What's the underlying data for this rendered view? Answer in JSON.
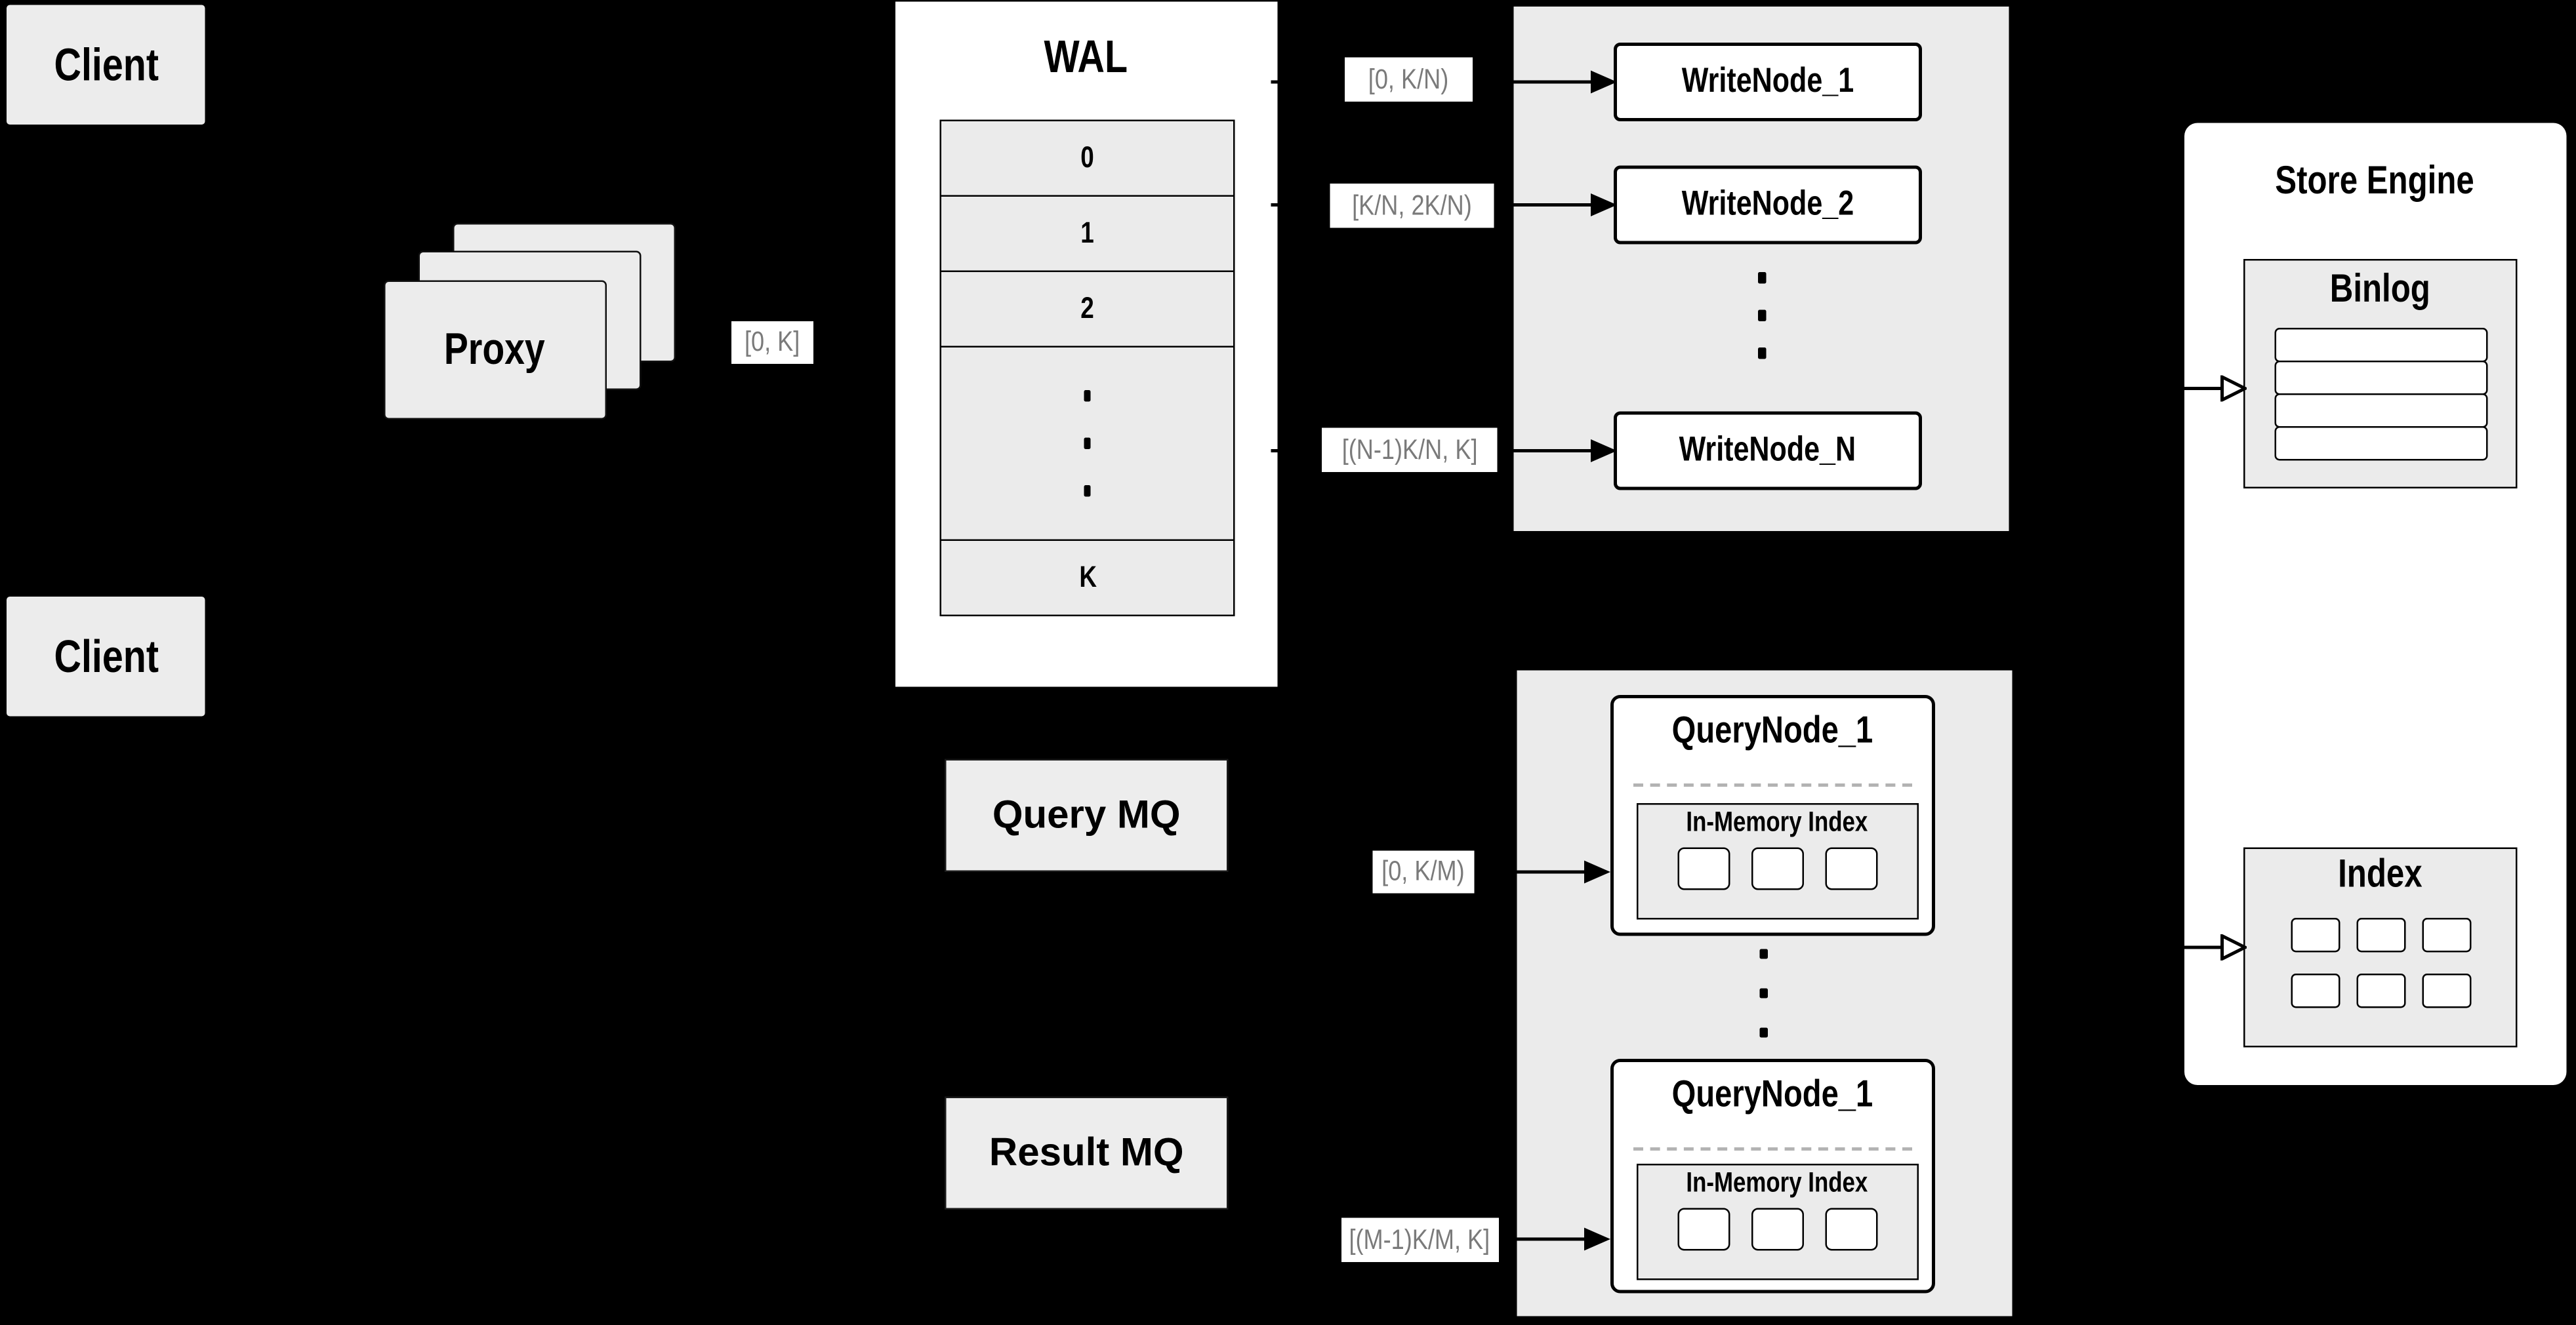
{
  "colors": {
    "background": "#000000",
    "panel_gray": "#ebebeb",
    "box_white": "#ffffff",
    "border_black": "#000000",
    "range_label_text": "#7a7a7a"
  },
  "client_top": {
    "label": "Client"
  },
  "client_bottom": {
    "label": "Client"
  },
  "proxy": {
    "label": "Proxy"
  },
  "range_labels": {
    "proxy_to_wal": "[0, K]",
    "write_1": "[0, K/N)",
    "write_2": "[K/N, 2K/N)",
    "write_n": "[(N-1)K/N, K]",
    "query_1": "[0, K/M)",
    "query_m": "[(M-1)K/M, K]"
  },
  "wal": {
    "title": "WAL",
    "rows": [
      "0",
      "1",
      "2"
    ],
    "last_row": "K"
  },
  "write_group": {
    "nodes": [
      "WriteNode_1",
      "WriteNode_2",
      "WriteNode_N"
    ]
  },
  "mq": {
    "query": "Query MQ",
    "result": "Result MQ"
  },
  "query_group": {
    "nodes": [
      {
        "title": "QueryNode_1",
        "inner_title": "In-Memory Index"
      },
      {
        "title": "QueryNode_1",
        "inner_title": "In-Memory Index"
      }
    ]
  },
  "store_engine": {
    "title": "Store Engine",
    "binlog": {
      "title": "Binlog"
    },
    "index": {
      "title": "Index"
    }
  }
}
